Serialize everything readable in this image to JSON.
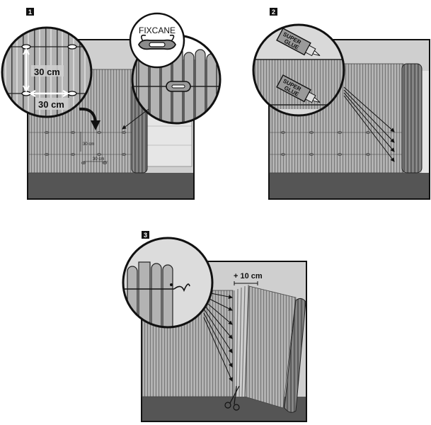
{
  "steps": [
    {
      "number": "1",
      "measure_vertical": "30 cm",
      "measure_horizontal": "30 cm",
      "callout_label": "FIXCANE",
      "main_measure_vertical": "30 cm",
      "main_measure_horizontal": "30 cm"
    },
    {
      "number": "2",
      "glue_label_line1": "SUPER",
      "glue_label_line2": "GLUE"
    },
    {
      "number": "3",
      "overlap_label": "+ 10 cm"
    }
  ]
}
